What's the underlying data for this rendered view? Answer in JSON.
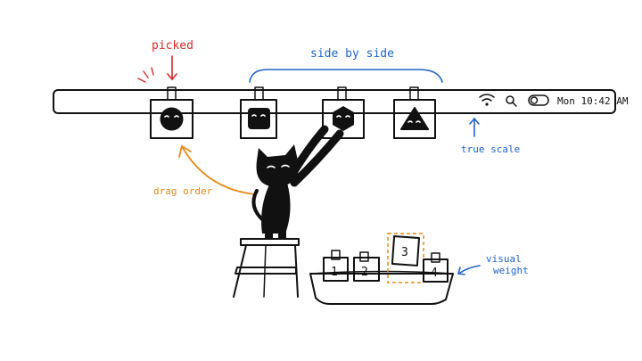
{
  "annotations": {
    "picked": "picked",
    "side_by_side": "side by side",
    "true_scale": "true scale",
    "drag_order": "drag order",
    "visual_weight_line1": "visual",
    "visual_weight_line2": "weight"
  },
  "menubar": {
    "clock": "Mon 10:42 AM",
    "icons": [
      "wifi-icon",
      "search-icon",
      "toggle-switch-icon"
    ]
  },
  "hanging_icons": [
    "round-face-icon",
    "square-face-icon",
    "hexagon-face-icon",
    "triangle-face-icon"
  ],
  "tray_cards": [
    "1",
    "2",
    "3",
    "4"
  ],
  "colors": {
    "ink": "#111111",
    "picked": "#d42a2a",
    "side_by_side": "#1f63c9",
    "drag_order": "#e88a1a",
    "true_scale": "#1f63c9",
    "visual_weight": "#1f63c9"
  }
}
